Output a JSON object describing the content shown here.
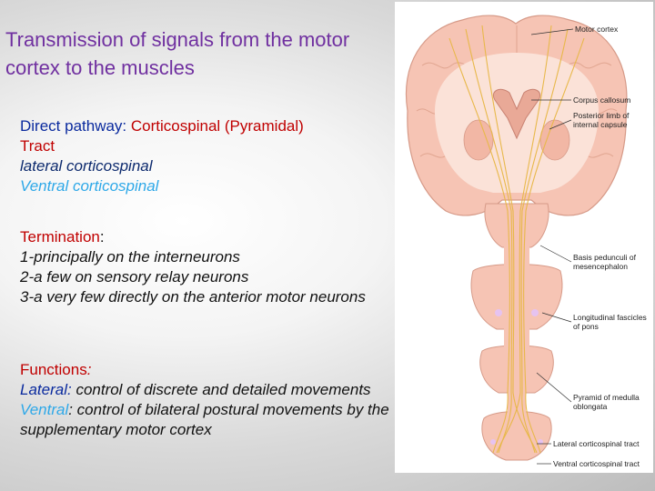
{
  "title": "Transmission of signals from the motor cortex to the muscles",
  "direct_pathway": {
    "label": "Direct pathway:",
    "tract_name": "Corticospinal (Pyramidal)",
    "tract_word": "Tract",
    "lateral": "lateral corticospinal",
    "ventral": "Ventral corticospinal"
  },
  "termination": {
    "label": "Termination",
    "colon": ":",
    "items": [
      "1-principally on the interneurons",
      "2-a few on sensory relay neurons",
      "3-a very few directly on the anterior motor neurons"
    ]
  },
  "functions": {
    "label": "Functions",
    "colon": ":",
    "lateral_label": "Lateral:",
    "lateral_text": "control of discrete and detailed movements",
    "ventral_label": "Ventral",
    "ventral_text": ": control of bilateral postural movements by the supplementary motor cortex"
  },
  "figure_labels": {
    "motor_cortex": "Motor cortex",
    "corpus_callosum": "Corpus callosum",
    "posterior_limb": "Posterior limb of internal capsule",
    "basis_pedunculi": "Basis pedunculi of mesencephalon",
    "longitudinal": "Longitudinal fascicles of pons",
    "pyramid": "Pyramid of medulla oblongata",
    "lateral_tract": "Lateral corticospinal tract",
    "ventral_tract": "Ventral corticospinal tract"
  },
  "colors": {
    "title": "#7030a0",
    "direct_label": "#0a2a9e",
    "emphasis_red": "#c00000",
    "lateral_blue": "#0d2a6e",
    "ventral_cyan": "#2ea8e8",
    "tissue": "#f6c4b4",
    "fibers": "#e8b84a"
  }
}
